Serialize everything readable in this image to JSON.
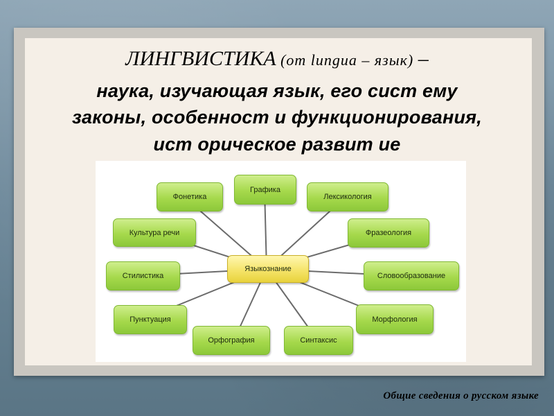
{
  "title": {
    "term": "ЛИНГВИСТИКА",
    "etymology": "(от lungua – язык)",
    "dash": "–",
    "line2": "наука, изучающая язык, его сист ему",
    "line3": "законы, особенност и функционирования,",
    "line4": "ист орическое развит ие"
  },
  "diagram": {
    "center": "Языкознание",
    "nodes": [
      "Фонетика",
      "Графика",
      "Лексикология",
      "Культура речи",
      "Фразеология",
      "Стилистика",
      "Словообразование",
      "Пунктуация",
      "Морфология",
      "Орфография",
      "Синтаксис"
    ]
  },
  "footer": "Общие сведения о русском языке"
}
